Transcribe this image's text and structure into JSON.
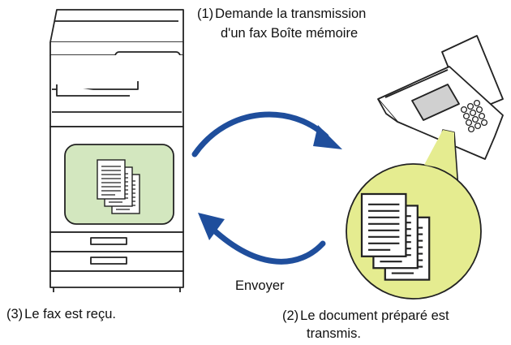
{
  "steps": {
    "step1": {
      "num": "(1)",
      "line1": "Demande la transmission",
      "line2": "d'un fax Boîte mémoire"
    },
    "step2": {
      "num": "(2)",
      "line1": "Le document préparé est",
      "line2": "transmis."
    },
    "step3": {
      "num": "(3)",
      "line1": "Le fax est reçu."
    }
  },
  "send_label": "Envoyer",
  "colors": {
    "arrow": "#1f4e9c",
    "green_panel": "#d3e7bf",
    "yellow_circle": "#e5ec90",
    "outline": "#222222"
  },
  "icons": {
    "machine": "multifunction-printer-icon",
    "fax": "fax-machine-icon",
    "document": "stacked-documents-icon"
  }
}
